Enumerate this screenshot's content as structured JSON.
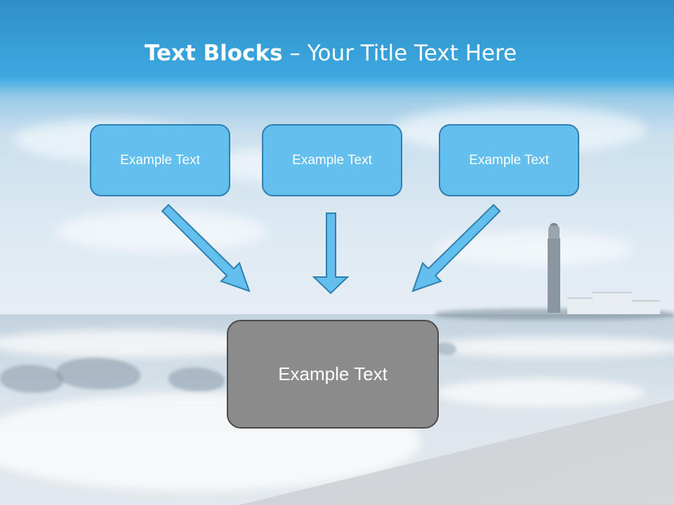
{
  "slide": {
    "title_bold": "Text Blocks",
    "title_dash": " – ",
    "title_rest": "Your Title Text Here"
  },
  "blocks": [
    {
      "text": "Example Text"
    },
    {
      "text": "Example Text"
    },
    {
      "text": "Example Text"
    }
  ],
  "main_block": {
    "text": "Example Text"
  },
  "colors": {
    "title_bar": "#3da9e0",
    "block_fill": "#63bfed",
    "block_border": "#2f7fb1",
    "main_fill": "#8b8b8b",
    "main_border": "#4a4a4a",
    "arrow_fill": "#63bfed"
  },
  "icons": [
    "arrow-down-right-icon",
    "arrow-down-icon",
    "arrow-down-left-icon",
    "lighthouse-icon"
  ]
}
